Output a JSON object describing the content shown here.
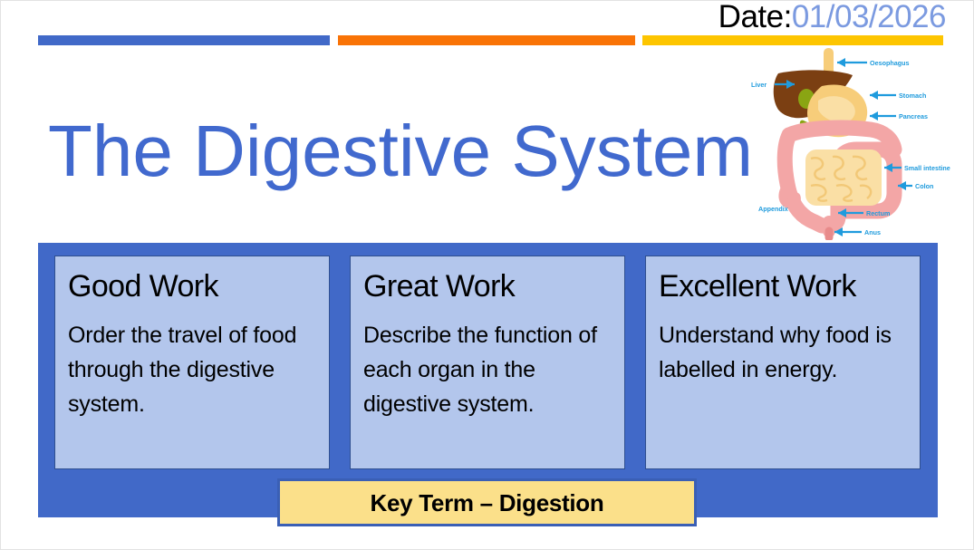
{
  "slide": {
    "background_color": "#ffffff",
    "title": "The Digestive System",
    "title_color": "#4169ce"
  },
  "date": {
    "label": "Date:",
    "value": "01/03/2026",
    "label_color": "#000000",
    "value_color": "#7b9ae0"
  },
  "accent_bars": [
    {
      "name": "blue-bar",
      "color": "#4169c8"
    },
    {
      "name": "orange-bar",
      "color": "#f97306"
    },
    {
      "name": "yellow-bar",
      "color": "#fdc500"
    }
  ],
  "panel": {
    "background_color": "#4169c8",
    "card_background_color": "#b3c6ec",
    "card_border_color": "#2f4f8f",
    "cards": [
      {
        "title": "Good Work",
        "body": "Order the travel of food through the digestive system."
      },
      {
        "title": "Great Work",
        "body": "Describe the function of each organ in the digestive system."
      },
      {
        "title": "Excellent Work",
        "body": "Understand why food is labelled in energy."
      }
    ]
  },
  "key_term": {
    "text": "Key Term – Digestion",
    "background_color": "#fbe08a",
    "border_color": "#3a5fb5"
  },
  "anatomy_diagram": {
    "name": "digestive-system-diagram",
    "label_color": "#1f9bdd",
    "labels": [
      "Oesophagus",
      "Liver",
      "Stomach",
      "Pancreas",
      "Small intestine",
      "Colon",
      "Appendix",
      "Rectum",
      "Anus"
    ]
  }
}
